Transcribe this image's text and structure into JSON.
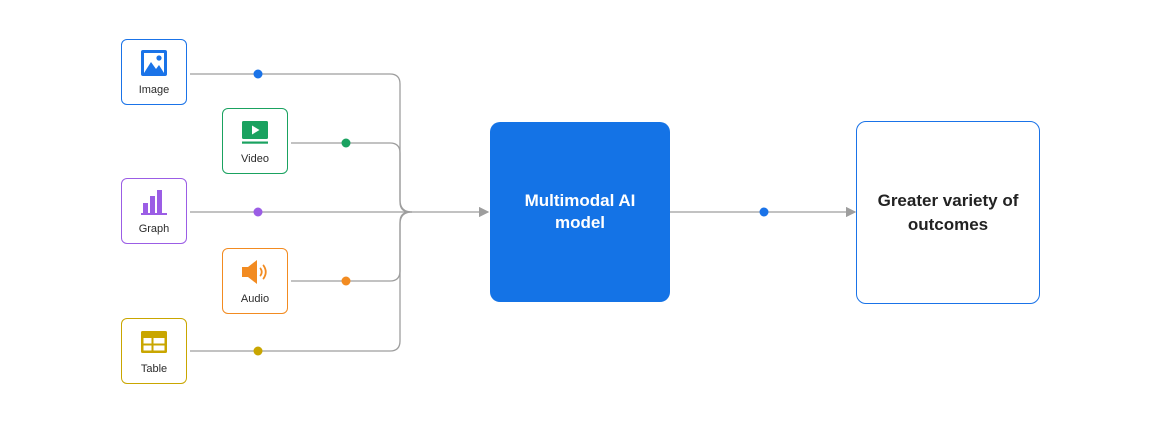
{
  "inputs": [
    {
      "label": "Image",
      "icon": "image-icon",
      "color": "#1a73e8"
    },
    {
      "label": "Video",
      "icon": "video-icon",
      "color": "#1aa260"
    },
    {
      "label": "Graph",
      "icon": "graph-icon",
      "color": "#9b5de5"
    },
    {
      "label": "Audio",
      "icon": "audio-icon",
      "color": "#f28b21"
    },
    {
      "label": "Table",
      "icon": "table-icon",
      "color": "#c9a600"
    }
  ],
  "model": {
    "label": "Multimodal AI model",
    "color": "#1473e6"
  },
  "outcome": {
    "label": "Greater variety of outcomes",
    "border_color": "#1a73e8"
  },
  "connector_color": "#9e9e9e",
  "output_dot_color": "#1a73e8"
}
